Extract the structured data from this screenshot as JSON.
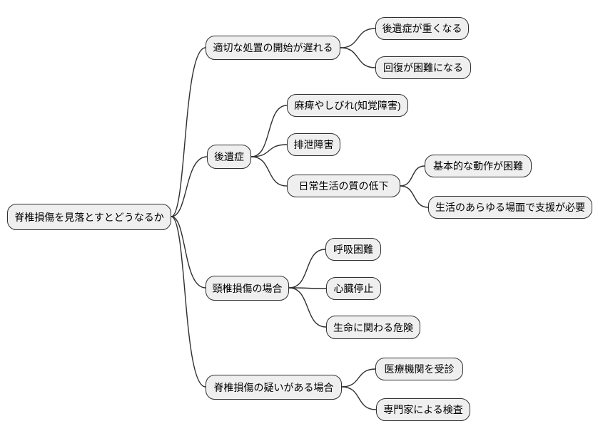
{
  "diagram": {
    "type": "mindmap",
    "direction": "left-to-right",
    "colors": {
      "background": "#ffffff",
      "node_fill": "#efefef",
      "node_border": "#2f2f2f",
      "edge": "#2f2f2f",
      "text": "#000000"
    },
    "root": {
      "label": "脊椎損傷を見落とすとどうなるか",
      "children": [
        {
          "label": "適切な処置の開始が遅れる",
          "children": [
            {
              "label": "後遺症が重くなる"
            },
            {
              "label": "回復が困難になる"
            }
          ]
        },
        {
          "label": "後遺症",
          "children": [
            {
              "label": "麻痺やしびれ(知覚障害)"
            },
            {
              "label": "排泄障害"
            },
            {
              "label": "日常生活の質の低下",
              "children": [
                {
                  "label": "基本的な動作が困難"
                },
                {
                  "label": "生活のあらゆる場面で支援が必要"
                }
              ]
            }
          ]
        },
        {
          "label": "頸椎損傷の場合",
          "children": [
            {
              "label": "呼吸困難"
            },
            {
              "label": "心臓停止"
            },
            {
              "label": "生命に関わる危険"
            }
          ]
        },
        {
          "label": "脊椎損傷の疑いがある場合",
          "children": [
            {
              "label": "医療機関を受診"
            },
            {
              "label": "専門家による検査"
            }
          ]
        }
      ]
    }
  }
}
